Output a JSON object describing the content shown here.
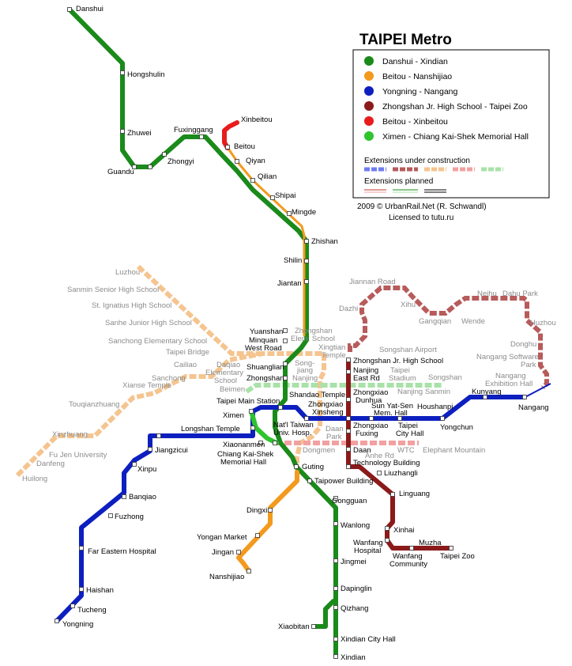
{
  "title": "TAIPEI Metro",
  "legend": {
    "lines": [
      {
        "label": "Danshui - Xindian",
        "color": "#1a8a1a"
      },
      {
        "label": "Beitou - Nanshijiao",
        "color": "#f39a1e"
      },
      {
        "label": "Yongning - Nangang",
        "color": "#0d1fbf"
      },
      {
        "label": "Zhongshan Jr. High School - Taipei Zoo",
        "color": "#8b1a1a"
      },
      {
        "label": "Beitou - Xinbeitou",
        "color": "#e81c1c"
      },
      {
        "label": "Ximen - Chiang Kai-Shek Memorial Hall",
        "color": "#2ec42e"
      }
    ],
    "under_construction": "Extensions under construction",
    "planned": "Extensions planned"
  },
  "credit": {
    "line1": "2009 © UrbanRail.Net (R. Schwandl)",
    "line2": "Licensed to tutu.ru"
  },
  "colors": {
    "green": "#1a8a1a",
    "orange": "#f39a1e",
    "blue": "#0d1fbf",
    "brown": "#8b1a1a",
    "red": "#e81c1c",
    "lightgreen": "#2ec42e",
    "ext_orange": "#f5c48f",
    "ext_brown": "#b75b5b",
    "ext_pink": "#f2a0a0",
    "ext_green": "#a8e2a8",
    "ext_blue": "#6f7cf0"
  },
  "stations": {
    "danshui": "Danshui",
    "hongshulin": "Hongshulin",
    "zhuwei": "Zhuwei",
    "guandu": "Guandu",
    "zhongyi": "Zhongyi",
    "fuxinggang": "Fuxinggang",
    "xinbeitou": "Xinbeitou",
    "beitou": "Beitou",
    "qiyan": "Qiyan",
    "qilian": "Qilian",
    "shipai": "Shipai",
    "mingde": "Mingde",
    "zhishan": "Zhishan",
    "shilin": "Shilin",
    "jiantan": "Jiantan",
    "yuanshan": "Yuanshan",
    "minquan": "Minquan",
    "minquan2": "West Road",
    "shuanglian": "Shuanglian",
    "zhongshan": "Zhongshan",
    "taipei_main": "Taipei Main Station",
    "ximen": "Ximen",
    "longshan": "Longshan Temple",
    "jiangzicui": "Jiangzicui",
    "xinpu": "Xinpu",
    "banqiao": "Banqiao",
    "fuzhong": "Fuzhong",
    "fareastern": "Far Eastern Hospital",
    "haishan": "Haishan",
    "tucheng": "Tucheng",
    "yongning": "Yongning",
    "xiaonanmen": "Xiaonanmen",
    "cks1": "Chiang Kai-Shek",
    "cks2": "Memorial Hall",
    "ntu1": "Nat'l Taiwan",
    "ntu2": "Univ. Hosp.",
    "guting": "Guting",
    "taipower": "Taipower Building",
    "gongguan": "Gongguan",
    "wanlong": "Wanlong",
    "jingmei": "Jingmei",
    "dapinglin": "Dapinglin",
    "qizhang": "Qizhang",
    "xiaobitan": "Xiaobitan",
    "xindian_city": "Xindian City Hall",
    "xindian": "Xindian",
    "dingxi": "Dingxi",
    "yongan": "Yongan Market",
    "jingan": "Jingan",
    "nanshijiao": "Nanshijiao",
    "shandao": "Shandao Temple",
    "zx_xinsheng1": "Zhongxiao",
    "zx_xinsheng2": "Xinsheng",
    "zx_dunhua1": "Zhongxiao",
    "zx_dunhua2": "Dunhua",
    "syshall1": "Sun Yat-Sen",
    "syshall2": "Mem. Hall",
    "houshanpi": "Houshanpi",
    "yongchun": "Yongchun",
    "kunyang": "Kunyang",
    "nangang": "Nangang",
    "zjhs": "Zhongshan Jr. High School",
    "nanjing1": "Nanjing",
    "nanjing2": "East Rd",
    "zx_fuxing1": "Zhongxiao",
    "zx_fuxing2": "Fuxing",
    "daan": "Daan",
    "techbldg": "Technology Building",
    "liuzhangli": "Liuzhangli",
    "linguang": "Linguang",
    "xinhai": "Xinhai",
    "wanfang_h1": "Wanfang",
    "wanfang_h2": "Hospital",
    "wanfang_c1": "Wanfang",
    "wanfang_c2": "Community",
    "muzha": "Muzha",
    "taipeizoo": "Taipei Zoo",
    "taipei_city_hall1": "Taipei",
    "taipei_city_hall2": "City Hall"
  },
  "ext_stations": {
    "luzhou": "Luzhou",
    "sanmin": "Sanmin Senior High School",
    "st_ignatius": "St. Ignatius High School",
    "sanhe": "Sanhe Junior High School",
    "sanchong_elem": "Sanchong Elementary School",
    "taipei_bridge": "Taipei Bridge",
    "cailiao": "Cailiao",
    "sanchong": "Sanchong",
    "xianse": "Xianse Temple",
    "touqianzhuang": "Touqianzhuang",
    "xinzhuang": "Xinzhuang",
    "fujen": "Fu Jen University",
    "danfeng": "Danfeng",
    "huilong": "Huilong",
    "daqiao1": "Daqiao",
    "daqiao2": "Elementary",
    "daqiao3": "School",
    "zs_elem1": "Zhongshan",
    "zs_elem2": "Elem. School",
    "xingtian1": "Xingtian",
    "xingtian2": "Temple",
    "songjiang1": "Song-",
    "songjiang2": "jiang",
    "songjiang3": "Nanjing",
    "beimen": "Beimen",
    "songshan_airport": "Songshan Airport",
    "taipei_stadium1": "Taipei",
    "taipei_stadium2": "Stadium",
    "songshan": "Songshan",
    "nanjing_sanmin": "Nanjing Sanmin",
    "jiannan": "Jiannan Road",
    "dazhi": "Dazhi",
    "xihu": "Xihu",
    "gangqian": "Gangqian",
    "wende": "Wende",
    "neihu": "Neihu",
    "dahu": "Dahu Park",
    "huzhou": "Huzhou",
    "donghu": "Donghu",
    "ngsp1": "Nangang Software",
    "ngsp2": "Park",
    "nghall1": "Nangang",
    "nghall2": "Exhibition Hall",
    "daan_park1": "Daan",
    "daan_park2": "Park",
    "dongmen": "Dongmen",
    "anhe": "Anhe Rd",
    "wtc": "WTC",
    "elephant": "Elephant Mountain"
  }
}
